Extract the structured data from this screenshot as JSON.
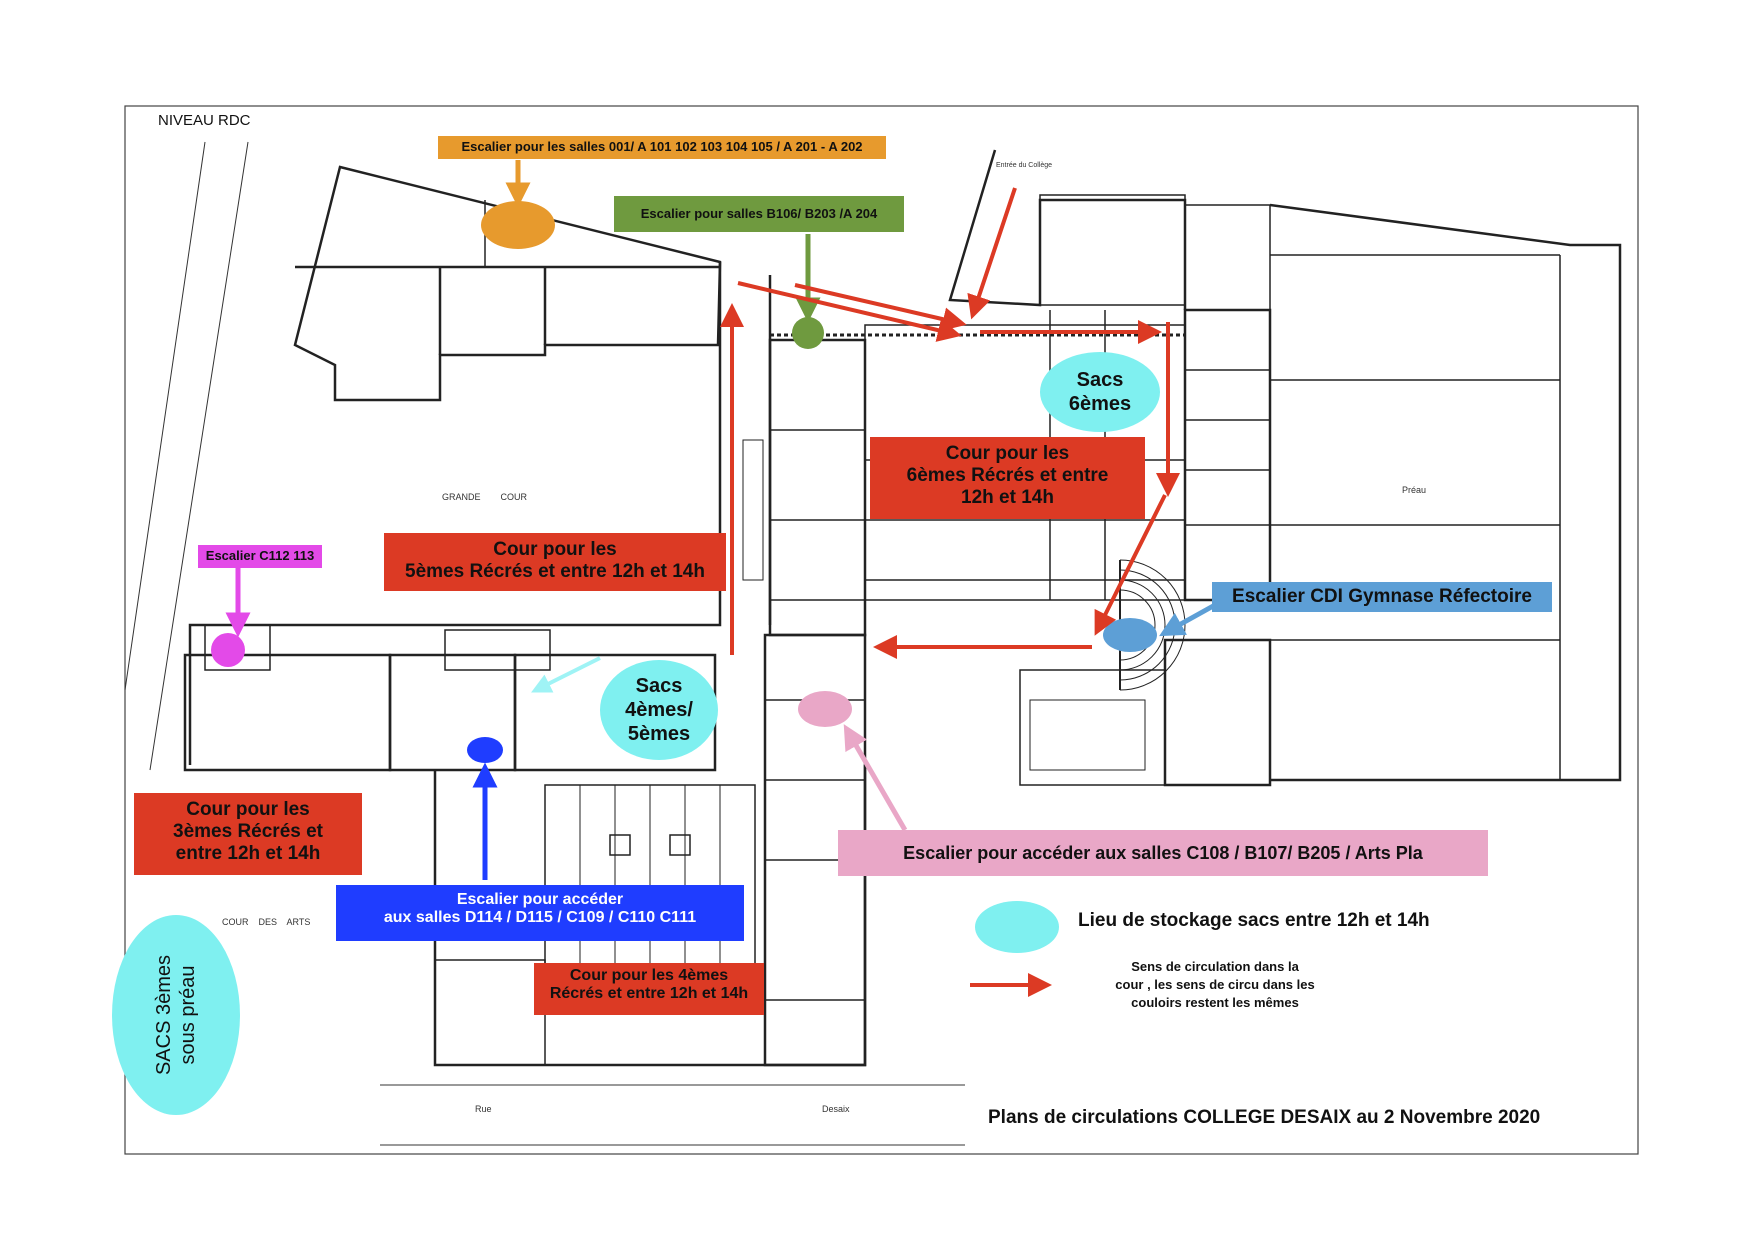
{
  "level": "NIVEAU RDC",
  "title": "Plans de circulations COLLEGE DESAIX au 2 Novembre 2020",
  "labels": {
    "stair_orange": "Escalier pour les salles 001/ A 101 102 103 104 105 / A 201 - A 202",
    "stair_green": "Escalier pour salles B106/ B203 /A 204",
    "stair_magenta": "Escalier C112 113",
    "stair_cdi": "Escalier CDI Gymnase Réfectoire",
    "stair_pink": "Escalier pour accéder aux salles C108 / B107/  B205 / Arts Pla",
    "stair_blue_line1": "Escalier pour accéder",
    "stair_blue_line2": "aux salles D114 / D115 / C109 / C110 C111"
  },
  "courts": {
    "sixth_line1": "Cour pour les",
    "sixth_line2": "6èmes Récrés et entre",
    "sixth_line3": "12h et 14h",
    "fifth_line1": "Cour pour les",
    "fifth_line2": "5èmes Récrés et entre 12h et 14h",
    "third_line1": "Cour pour les",
    "third_line2": "3èmes Récrés et",
    "third_line3": "entre 12h et 14h",
    "fourth_line1": "Cour pour les 4èmes",
    "fourth_line2": "Récrés et entre 12h et 14h"
  },
  "bags": {
    "sixth_line1": "Sacs",
    "sixth_line2": "6èmes",
    "fourth_fifth_line1": "Sacs",
    "fourth_fifth_line2": "4èmes/",
    "fourth_fifth_line3": "5èmes",
    "third_line1": "SACS 3èmes",
    "third_line2": "sous préau"
  },
  "legend": {
    "storage": "Lieu de stockage sacs entre 12h et 14h",
    "direction_line1": "Sens de circulation dans la",
    "direction_line2": "cour , les sens de circu dans les",
    "direction_line3": "couloirs restent les mêmes"
  },
  "plan_text": {
    "grande_cour": "GRANDE        COUR",
    "cour_des_arts": "COUR    DES    ARTS",
    "rue": "Rue",
    "desaix": "Desaix",
    "entree": "Entrée du Collège",
    "preau": "Préau"
  },
  "colors": {
    "orange": "#e79a2d",
    "green": "#6f9a3f",
    "magenta": "#e34ae8",
    "light_blue": "#5d9fd6",
    "pink": "#e9a7c7",
    "red": "#dc3a24",
    "dark_blue": "#1f3dff",
    "cyan": "#7ff0f0"
  }
}
